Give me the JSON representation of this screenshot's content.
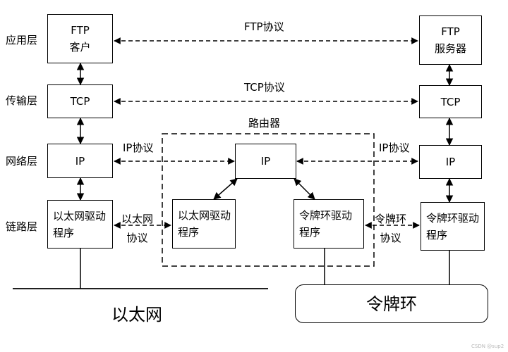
{
  "layers": {
    "application": "应用层",
    "transport": "传输层",
    "network": "网络层",
    "link": "链路层"
  },
  "nodes": {
    "ftp_client": "FTP\n客户",
    "ftp_server": "FTP\n服务器",
    "tcp_left": "TCP",
    "tcp_right": "TCP",
    "ip_left": "IP",
    "ip_router": "IP",
    "ip_right": "IP",
    "eth_driver_left": "以太网驱动\n程序",
    "eth_driver_router": "以太网驱动\n程序",
    "token_driver_router": "令牌环驱动\n程序",
    "token_driver_right": "令牌环驱动\n程序",
    "token_ring": "令牌环"
  },
  "protocols": {
    "ftp": "FTP协议",
    "tcp": "TCP协议",
    "ip_left": "IP协议",
    "ip_right": "IP协议",
    "ethernet": "以太网\n协议",
    "token_ring": "令牌环\n协议"
  },
  "router_label": "路由器",
  "ethernet_label": "以太网",
  "watermark": "CSDN @sup2"
}
